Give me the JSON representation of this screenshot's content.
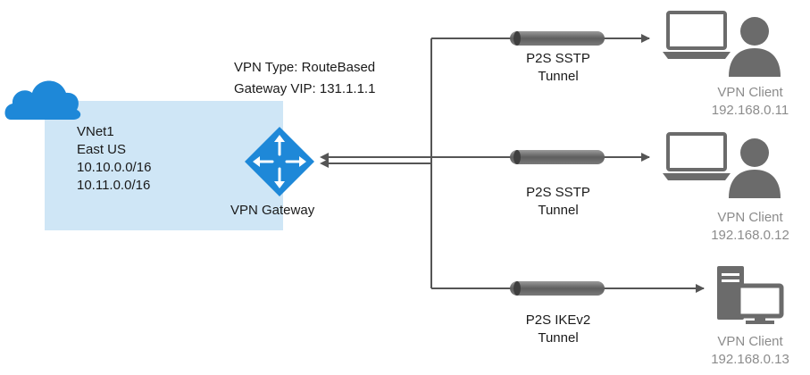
{
  "vnet": {
    "name": "VNet1",
    "region": "East US",
    "address_spaces": [
      "10.10.0.0/16",
      "10.11.0.0/16"
    ]
  },
  "gateway": {
    "vpn_type": "VPN Type: RouteBased",
    "gateway_vip": "Gateway VIP: 131.1.1.1",
    "label": "VPN Gateway"
  },
  "tunnels": [
    {
      "line1": "P2S SSTP",
      "line2": "Tunnel"
    },
    {
      "line1": "P2S SSTP",
      "line2": "Tunnel"
    },
    {
      "line1": "P2S IKEv2",
      "line2": "Tunnel"
    }
  ],
  "clients": [
    {
      "label": "VPN Client",
      "ip": "192.168.0.11",
      "icon": "laptop-user-icon"
    },
    {
      "label": "VPN Client",
      "ip": "192.168.0.12",
      "icon": "laptop-user-icon"
    },
    {
      "label": "VPN Client",
      "ip": "192.168.0.13",
      "icon": "desktop-computer-icon"
    }
  ],
  "colors": {
    "vnet_fill": "#cfe6f6",
    "azure_blue": "#1e88d8",
    "line": "#555555",
    "pipe": "#6b6b6b",
    "client_text": "#8c8c8c"
  }
}
